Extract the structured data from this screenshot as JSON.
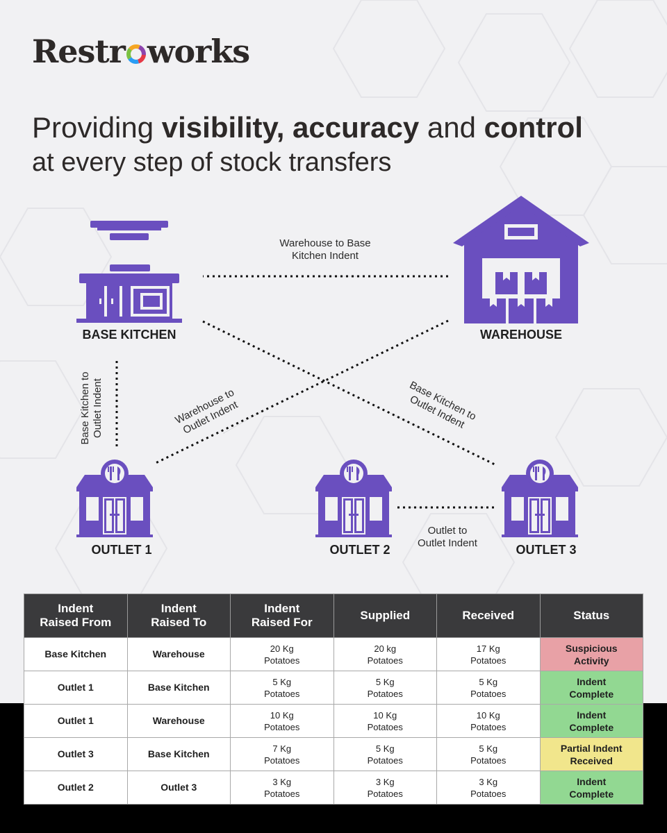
{
  "brand": {
    "logo_text_left": "Restr",
    "logo_text_right": "works",
    "logo_colors": [
      "#e63946",
      "#2a9df4",
      "#7bc142",
      "#f5a623",
      "#8e44ad"
    ]
  },
  "headline": {
    "line1_pre": "Providing ",
    "line1_b1": "visibility, accuracy",
    "line1_mid": " and ",
    "line1_b2": "control",
    "line2": "at every step of stock transfers"
  },
  "colors": {
    "accent": "#6a4fbf",
    "text": "#2d2928",
    "header_bg": "#3a3a3c"
  },
  "nodes": {
    "base_kitchen": "BASE KITCHEN",
    "warehouse": "WAREHOUSE",
    "outlet1": "OUTLET 1",
    "outlet2": "OUTLET 2",
    "outlet3": "OUTLET 3"
  },
  "edges": {
    "wh_to_bk_1": "Warehouse to Base",
    "wh_to_bk_2": "Kitchen Indent",
    "bk_to_outlet_v_1": "Base Kitchen to",
    "bk_to_outlet_v_2": "Outlet Indent",
    "wh_to_outlet_1": "Warehouse to",
    "wh_to_outlet_2": "Outlet Indent",
    "bk_to_outlet_d_1": "Base Kitchen to",
    "bk_to_outlet_d_2": "Outlet Indent",
    "outlet_to_outlet_1": "Outlet to",
    "outlet_to_outlet_2": "Outlet Indent"
  },
  "table": {
    "headers": [
      {
        "l1": "Indent",
        "l2": "Raised From"
      },
      {
        "l1": "Indent",
        "l2": "Raised To"
      },
      {
        "l1": "Indent",
        "l2": "Raised For"
      },
      {
        "l1": "Supplied",
        "l2": ""
      },
      {
        "l1": "Received",
        "l2": ""
      },
      {
        "l1": "Status",
        "l2": ""
      }
    ],
    "rows": [
      {
        "from": "Base Kitchen",
        "to": "Warehouse",
        "for_q": "20 Kg",
        "for_i": "Potatoes",
        "sup_q": "20 kg",
        "sup_i": "Potatoes",
        "rec_q": "17 Kg",
        "rec_i": "Potatoes",
        "status1": "Suspicious",
        "status2": "Activity",
        "status_type": "sus"
      },
      {
        "from": "Outlet 1",
        "to": "Base Kitchen",
        "for_q": "5 Kg",
        "for_i": "Potatoes",
        "sup_q": "5 Kg",
        "sup_i": "Potatoes",
        "rec_q": "5 Kg",
        "rec_i": "Potatoes",
        "status1": "Indent",
        "status2": "Complete",
        "status_type": "ok"
      },
      {
        "from": "Outlet 1",
        "to": "Warehouse",
        "for_q": "10 Kg",
        "for_i": "Potatoes",
        "sup_q": "10 Kg",
        "sup_i": "Potatoes",
        "rec_q": "10 Kg",
        "rec_i": "Potatoes",
        "status1": "Indent",
        "status2": "Complete",
        "status_type": "ok"
      },
      {
        "from": "Outlet 3",
        "to": "Base Kitchen",
        "for_q": "7 Kg",
        "for_i": "Potatoes",
        "sup_q": "5 Kg",
        "sup_i": "Potatoes",
        "rec_q": "5 Kg",
        "rec_i": "Potatoes",
        "status1": "Partial Indent",
        "status2": "Received",
        "status_type": "part"
      },
      {
        "from": "Outlet 2",
        "to": "Outlet 3",
        "for_q": "3 Kg",
        "for_i": "Potatoes",
        "sup_q": "3 Kg",
        "sup_i": "Potatoes",
        "rec_q": "3 Kg",
        "rec_i": "Potatoes",
        "status1": "Indent",
        "status2": "Complete",
        "status_type": "ok"
      }
    ]
  }
}
